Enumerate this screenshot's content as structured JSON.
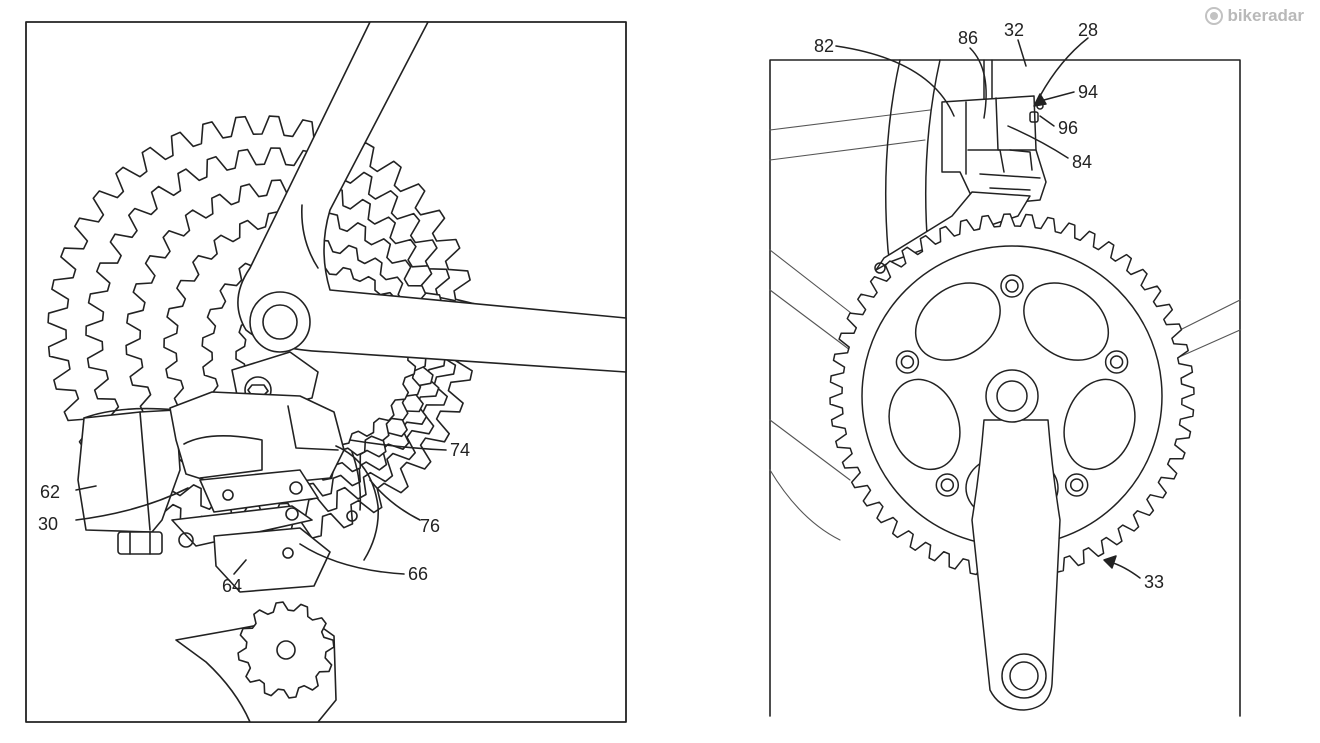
{
  "watermark": {
    "text": "bikeradar"
  },
  "left_figure": {
    "labels": {
      "l62": "62",
      "l30": "30",
      "l64": "64",
      "l74": "74",
      "l76": "76",
      "l66": "66"
    }
  },
  "right_figure": {
    "labels": {
      "l82": "82",
      "l86": "86",
      "l32": "32",
      "l28": "28",
      "l94": "94",
      "l96": "96",
      "l84": "84",
      "l33": "33"
    }
  },
  "colors": {
    "stroke": "#222222",
    "watermark": "#b9b9b9"
  }
}
